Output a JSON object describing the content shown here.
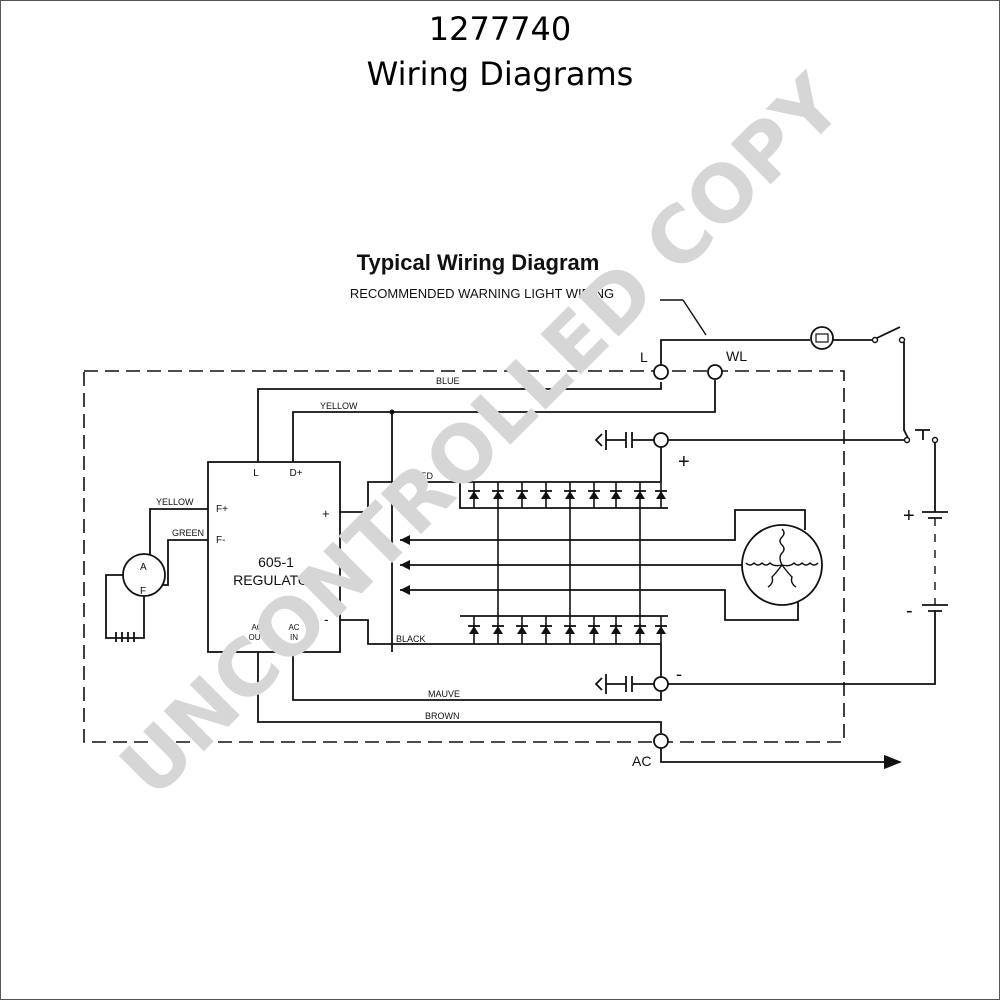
{
  "header": {
    "part_number": "1277740",
    "subtitle": "Wiring Diagrams"
  },
  "diagram": {
    "heading": "Typical Wiring Diagram",
    "note": "RECOMMENDED WARNING LIGHT WIRING",
    "terminals": {
      "l": "L",
      "wl": "WL",
      "ac": "AC",
      "plus": "+",
      "minus": "-"
    },
    "wires": {
      "blue": "BLUE",
      "yellow_top": "YELLOW",
      "red": "RED",
      "black": "BLACK",
      "mauve": "MAUVE",
      "brown": "BROWN",
      "yellow_field": "YELLOW",
      "green_field": "GREEN"
    },
    "regulator": {
      "name_line1": "605-1",
      "name_line2": "REGULATOR",
      "pin_l": "L",
      "pin_d": "D+",
      "pin_fplus": "F+",
      "pin_fminus": "F-",
      "pin_plus": "+",
      "pin_minus": "-",
      "pin_ac_out_1": "AC",
      "pin_ac_out_2": "OUT",
      "pin_ac_in_1": "AC",
      "pin_ac_in_2": "IN"
    },
    "field_connector": {
      "pin_a": "A",
      "pin_f": "F"
    },
    "battery": {
      "plus": "+",
      "minus": "-"
    }
  },
  "watermark": "UNCONTROLLED COPY"
}
